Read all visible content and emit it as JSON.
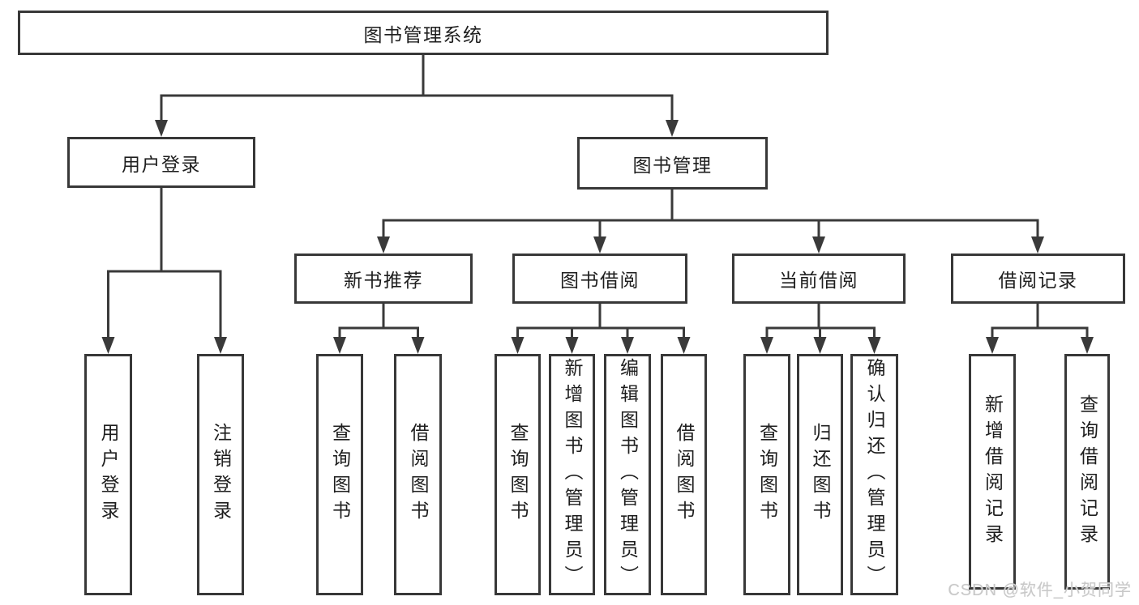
{
  "root": {
    "label": "图书管理系统"
  },
  "branches": [
    {
      "label": "用户登录"
    },
    {
      "label": "图书管理"
    }
  ],
  "modules": [
    {
      "label": "新书推荐"
    },
    {
      "label": "图书借阅"
    },
    {
      "label": "当前借阅"
    },
    {
      "label": "借阅记录"
    }
  ],
  "leaves": [
    {
      "label": "用户登录"
    },
    {
      "label": "注销登录"
    },
    {
      "label": "查询图书"
    },
    {
      "label": "借阅图书"
    },
    {
      "label": "查询图书"
    },
    {
      "label": "新增图书（管理员）"
    },
    {
      "label": "编辑图书（管理员）"
    },
    {
      "label": "借阅图书"
    },
    {
      "label": "查询图书"
    },
    {
      "label": "归还图书"
    },
    {
      "label": "确认归还（管理员）"
    },
    {
      "label": "新增借阅记录"
    },
    {
      "label": "查询借阅记录"
    }
  ],
  "watermark": {
    "text": "CSDN @软件_小贺同学"
  },
  "colors": {
    "box_border": "#383838",
    "connector_line": "#3a3a3a",
    "text": "#1e1e1e",
    "watermark": "#c8c8c8",
    "background": "#ffffff"
  }
}
